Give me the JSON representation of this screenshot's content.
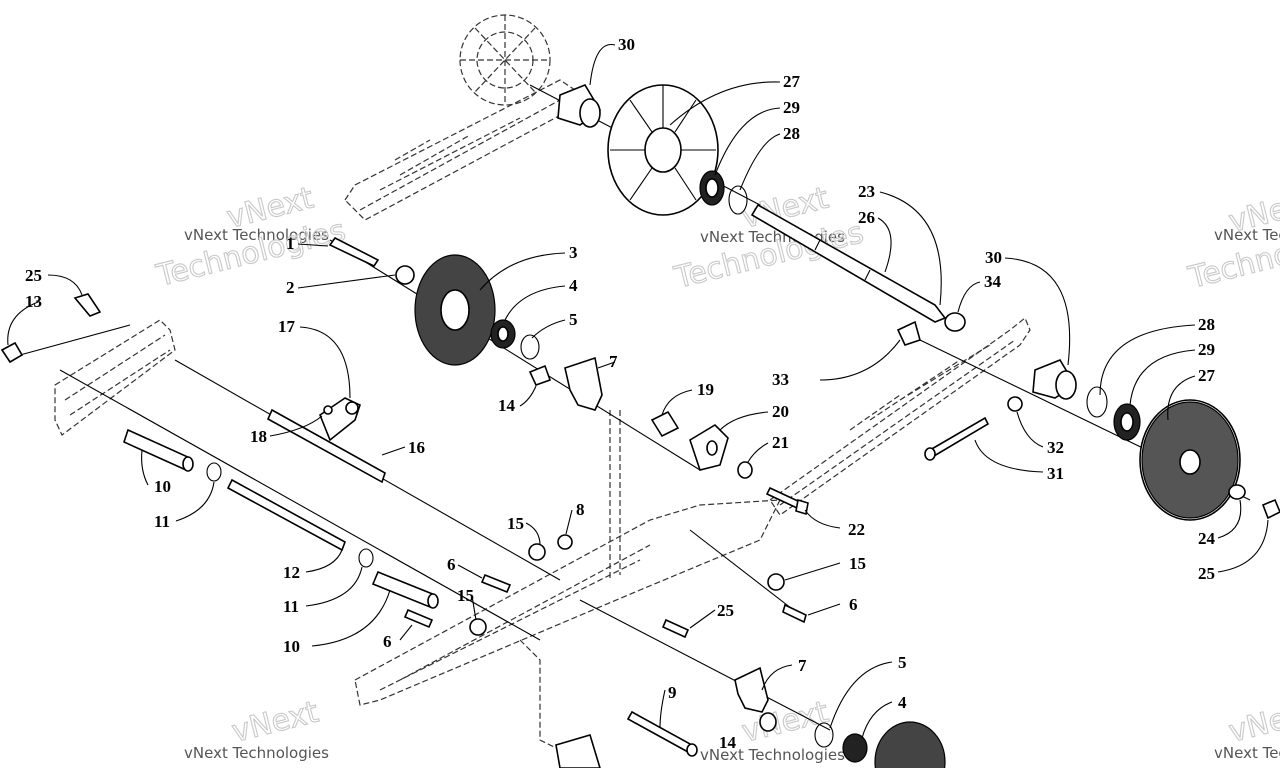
{
  "watermark": {
    "line1": "vNext",
    "line2": "Technologies",
    "combined": "vNext Technologies"
  },
  "callouts": [
    {
      "id": "c30a",
      "num": "30"
    },
    {
      "id": "c27a",
      "num": "27"
    },
    {
      "id": "c29a",
      "num": "29"
    },
    {
      "id": "c28a",
      "num": "28"
    },
    {
      "id": "c23",
      "num": "23"
    },
    {
      "id": "c26",
      "num": "26"
    },
    {
      "id": "c30b",
      "num": "30"
    },
    {
      "id": "c34",
      "num": "34"
    },
    {
      "id": "c28b",
      "num": "28"
    },
    {
      "id": "c29b",
      "num": "29"
    },
    {
      "id": "c27b",
      "num": "27"
    },
    {
      "id": "c33",
      "num": "33"
    },
    {
      "id": "c1",
      "num": "1"
    },
    {
      "id": "c2",
      "num": "2"
    },
    {
      "id": "c3",
      "num": "3"
    },
    {
      "id": "c4a",
      "num": "4"
    },
    {
      "id": "c5a",
      "num": "5"
    },
    {
      "id": "c7a",
      "num": "7"
    },
    {
      "id": "c14a",
      "num": "14"
    },
    {
      "id": "c19",
      "num": "19"
    },
    {
      "id": "c20",
      "num": "20"
    },
    {
      "id": "c21",
      "num": "21"
    },
    {
      "id": "c22",
      "num": "22"
    },
    {
      "id": "c32",
      "num": "32"
    },
    {
      "id": "c31",
      "num": "31"
    },
    {
      "id": "c24",
      "num": "24"
    },
    {
      "id": "c25a",
      "num": "25"
    },
    {
      "id": "c25b",
      "num": "25"
    },
    {
      "id": "c13",
      "num": "13"
    },
    {
      "id": "c17",
      "num": "17"
    },
    {
      "id": "c18",
      "num": "18"
    },
    {
      "id": "c16",
      "num": "16"
    },
    {
      "id": "c10a",
      "num": "10"
    },
    {
      "id": "c11a",
      "num": "11"
    },
    {
      "id": "c15a",
      "num": "15"
    },
    {
      "id": "c8",
      "num": "8"
    },
    {
      "id": "c15b",
      "num": "15"
    },
    {
      "id": "c6a",
      "num": "6"
    },
    {
      "id": "c12",
      "num": "12"
    },
    {
      "id": "c11b",
      "num": "11"
    },
    {
      "id": "c15c",
      "num": "15"
    },
    {
      "id": "c6b",
      "num": "6"
    },
    {
      "id": "c10b",
      "num": "10"
    },
    {
      "id": "c6c",
      "num": "6"
    },
    {
      "id": "c25c",
      "num": "25"
    },
    {
      "id": "c6d",
      "num": "6"
    },
    {
      "id": "c7b",
      "num": "7"
    },
    {
      "id": "c5b",
      "num": "5"
    },
    {
      "id": "c4b",
      "num": "4"
    },
    {
      "id": "c9",
      "num": "9"
    },
    {
      "id": "c14b",
      "num": "14"
    }
  ]
}
